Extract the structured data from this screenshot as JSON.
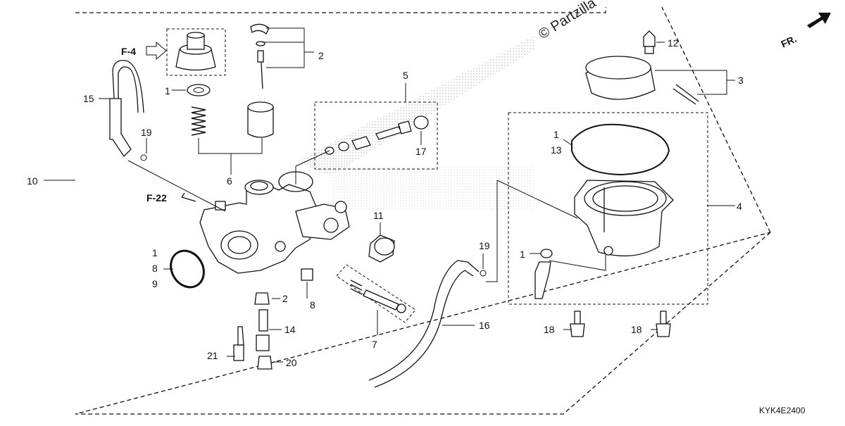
{
  "watermark": "© Partzilla",
  "direction_label": "FR.",
  "ref_labels": [
    "F-4",
    "F-22"
  ],
  "diagram_code": "KYK4E2400",
  "callouts": [
    "12",
    "3",
    "2",
    "1",
    "15",
    "19",
    "6",
    "5",
    "17",
    "10",
    "1",
    "13",
    "4",
    "11",
    "1",
    "8",
    "9",
    "2",
    "8",
    "14",
    "21",
    "20",
    "7",
    "16",
    "19",
    "1",
    "18",
    "18"
  ],
  "colors": {
    "line": "#111111",
    "fill": "#ffffff",
    "stipple": "#bbbbbb"
  }
}
